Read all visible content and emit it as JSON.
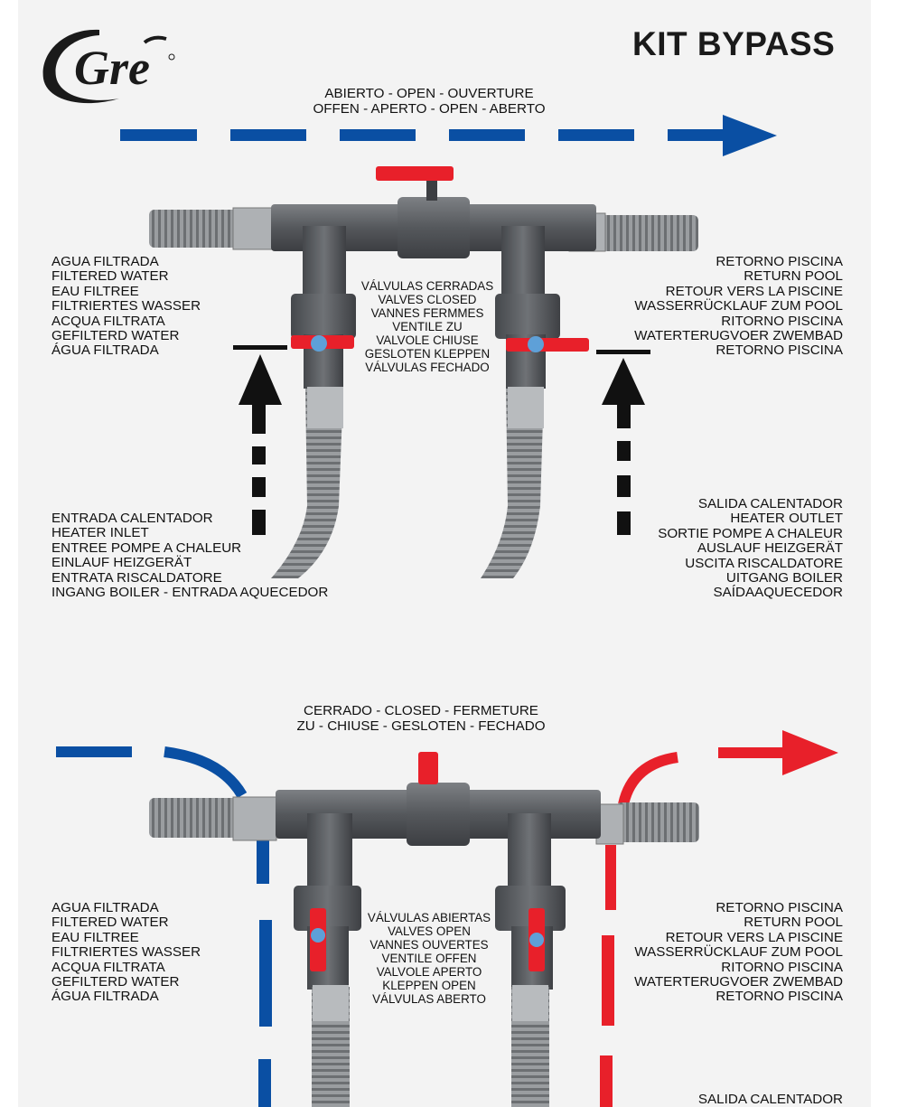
{
  "brand": {
    "logo_text": "Gre",
    "title": "KIT BYPASS"
  },
  "colors": {
    "blue": "#0a4fa3",
    "red": "#e8202a",
    "black": "#111111",
    "pipe": "#5f6266",
    "hose": "#8a8d90"
  },
  "top": {
    "state": [
      "ABIERTO - OPEN - OUVERTURE",
      "OFFEN - APERTO - OPEN - ABERTO"
    ],
    "valves": [
      "VÁLVULAS CERRADAS",
      "VALVES CLOSED",
      "VANNES FERMMES",
      "VENTILE ZU",
      "VALVOLE CHIUSE",
      "GESLOTEN KLEPPEN",
      "VÁLVULAS FECHADO"
    ],
    "filtered": [
      "AGUA FILTRADA",
      "FILTERED WATER",
      "EAU FILTREE",
      "FILTRIERTES WASSER",
      "ACQUA FILTRATA",
      "GEFILTERD WATER",
      "ÁGUA FILTRADA"
    ],
    "return": [
      "RETORNO PISCINA",
      "RETURN POOL",
      "RETOUR VERS LA PISCINE",
      "WASSERRÜCKLAUF ZUM POOL",
      "RITORNO PISCINA",
      "WATERTERUGVOER ZWEMBAD",
      "RETORNO PISCINA"
    ],
    "inlet": [
      "ENTRADA CALENTADOR",
      "HEATER INLET",
      "ENTREE POMPE A CHALEUR",
      "EINLAUF HEIZGERÄT",
      "ENTRATA RISCALDATORE",
      "INGANG BOILER - ENTRADA AQUECEDOR"
    ],
    "outlet": [
      "SALIDA CALENTADOR",
      "HEATER OUTLET",
      "SORTIE POMPE A CHALEUR",
      "AUSLAUF HEIZGERÄT",
      "USCITA RISCALDATORE",
      "UITGANG BOILER",
      "SAÍDAAQUECEDOR"
    ]
  },
  "bottom": {
    "state": [
      "CERRADO - CLOSED - FERMETURE",
      "ZU - CHIUSE - GESLOTEN - FECHADO"
    ],
    "valves": [
      "VÁLVULAS ABIERTAS",
      "VALVES OPEN",
      "VANNES OUVERTES",
      "VENTILE OFFEN",
      "VALVOLE APERTO",
      "KLEPPEN OPEN",
      "VÁLVULAS ABERTO"
    ],
    "filtered": [
      "AGUA FILTRADA",
      "FILTERED WATER",
      "EAU FILTREE",
      "FILTRIERTES WASSER",
      "ACQUA FILTRATA",
      "GEFILTERD WATER",
      "ÁGUA FILTRADA"
    ],
    "return": [
      "RETORNO PISCINA",
      "RETURN POOL",
      "RETOUR VERS LA PISCINE",
      "WASSERRÜCKLAUF ZUM POOL",
      "RITORNO PISCINA",
      "WATERTERUGVOER ZWEMBAD",
      "RETORNO PISCINA"
    ],
    "outlet": [
      "SALIDA CALENTADOR"
    ]
  }
}
